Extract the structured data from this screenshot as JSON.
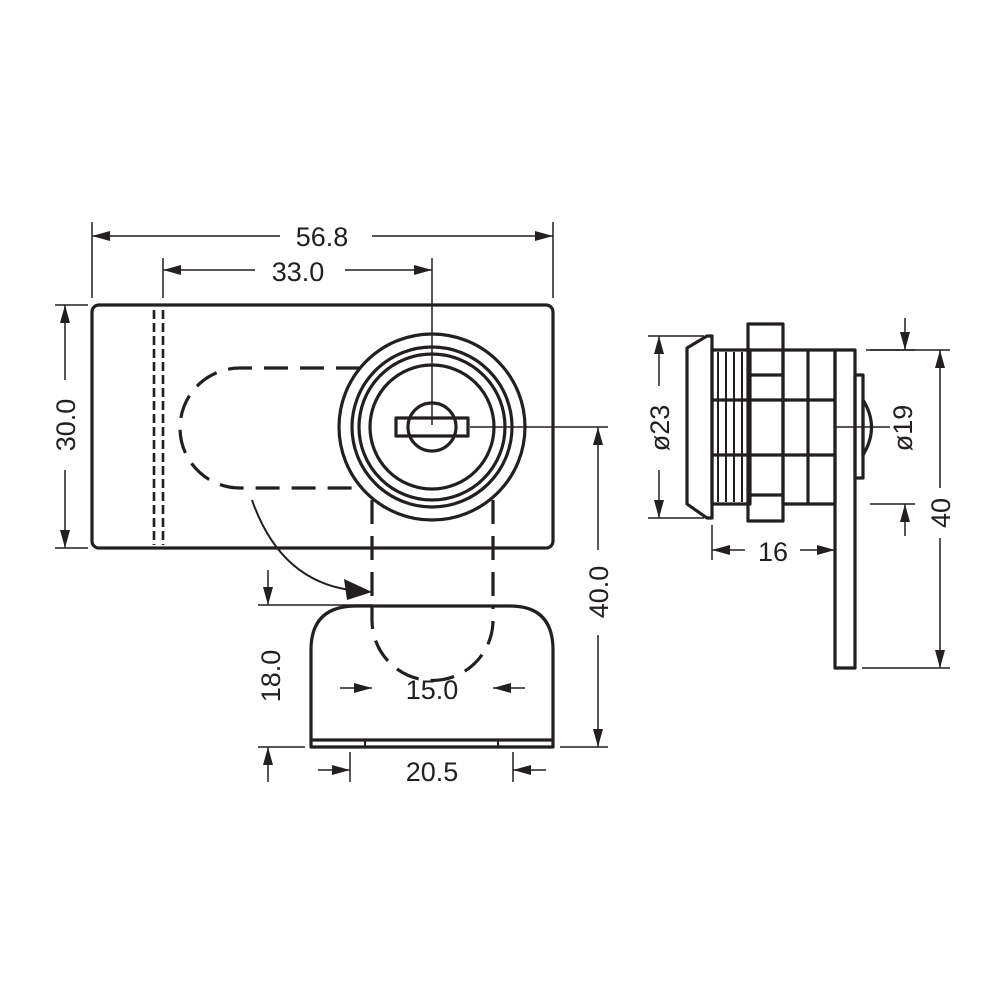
{
  "dimensions": {
    "overall_width": "56.8",
    "key_offset": "33.0",
    "body_height": "30.0",
    "cam_travel": "40.0",
    "cam_depth": "18.0",
    "slot_width": "15.0",
    "cam_width": "20.5",
    "face_diameter": "ø23",
    "thread_diameter": "ø19",
    "body_length": "16",
    "cam_length": "40"
  }
}
